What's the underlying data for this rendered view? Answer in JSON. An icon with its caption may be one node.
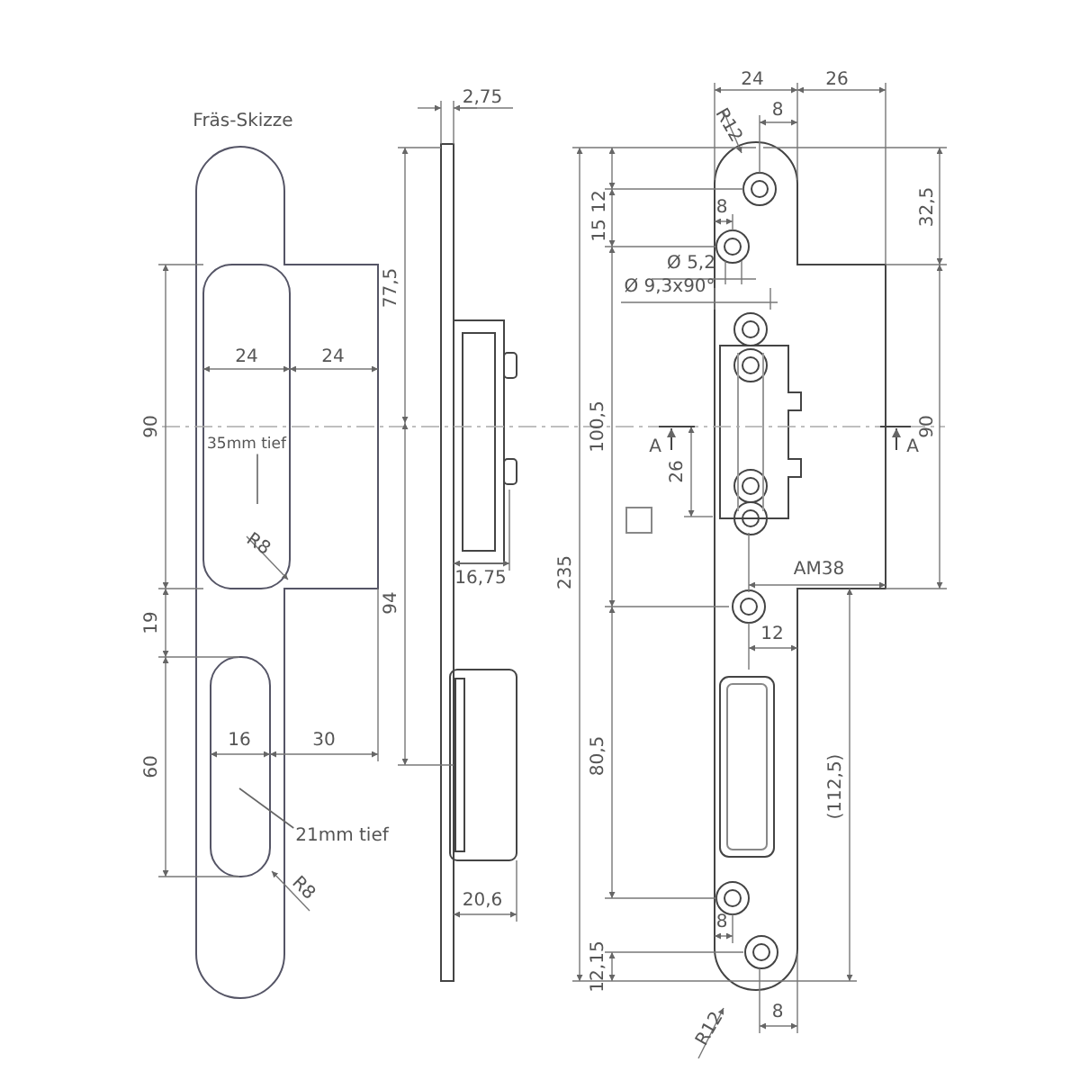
{
  "diagram": {
    "nodes": [
      {
        "text": [
          "35mm tief"
        ]
      },
      {
        "text": [
          "21mm tief"
        ]
      }
    ],
    "edges": [
      {
        "from": 0,
        "to": null,
        "arrow": "none"
      },
      {
        "from": 1,
        "to": null,
        "arrow": "none"
      }
    ],
    "labels": [
      "Fräs-Skizze",
      "2,75",
      "24",
      "26",
      "R12",
      "8",
      "15 12",
      "32,5",
      "8",
      "77,5",
      "24",
      "24",
      "Ø 5,2",
      "Ø 9,3x90°",
      "90",
      "100,5",
      "A",
      "A",
      "90",
      "26",
      "R8",
      "16,75",
      "AM38",
      "235",
      "94",
      "19",
      "12",
      "80,5",
      "16",
      "30",
      "60",
      "(112,5)",
      "R8",
      "20,6",
      "8",
      "12,15",
      "R12",
      "8"
    ]
  }
}
